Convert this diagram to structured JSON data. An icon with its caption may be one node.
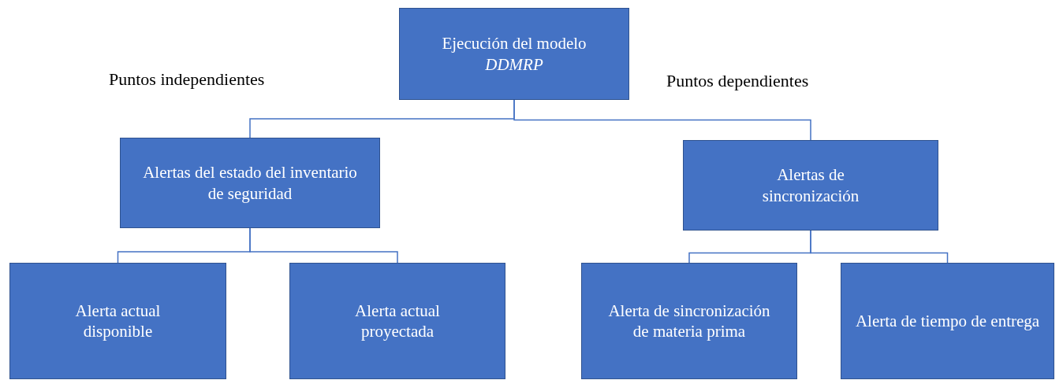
{
  "diagram": {
    "nodes": [
      {
        "text": [
          "Ejecución del modelo *DDMRP*"
        ]
      },
      {
        "text": [
          "Alertas del estado del inventario de seguridad"
        ]
      },
      {
        "text": [
          "Alertas de sincronización"
        ]
      },
      {
        "text": [
          "Alerta actual disponible"
        ]
      },
      {
        "text": [
          "Alerta actual proyectada"
        ]
      },
      {
        "text": [
          "Alerta de sincronización de materia prima"
        ]
      },
      {
        "text": [
          "Alerta de tiempo de entrega"
        ]
      }
    ],
    "edges": [
      {
        "from": 0,
        "to": 1,
        "arrow": "none"
      },
      {
        "from": 0,
        "to": 2,
        "arrow": "none"
      },
      {
        "from": 1,
        "to": 3,
        "arrow": "none"
      },
      {
        "from": 1,
        "to": 4,
        "arrow": "none"
      },
      {
        "from": 2,
        "to": 5,
        "arrow": "none"
      },
      {
        "from": 2,
        "to": 6,
        "arrow": "none"
      }
    ],
    "labels": [
      "Puntos independientes",
      "Puntos dependientes"
    ]
  }
}
